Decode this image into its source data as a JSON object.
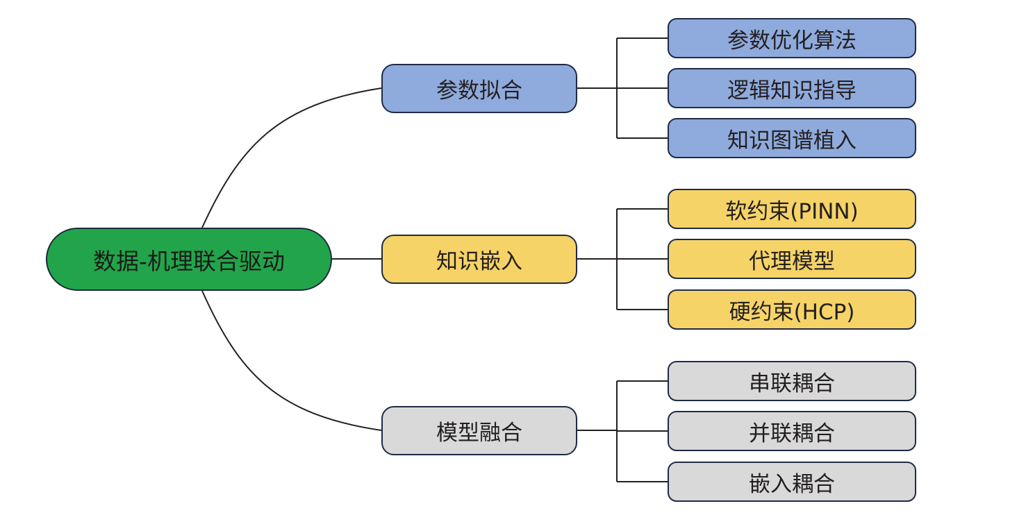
{
  "root": {
    "label": "数据-机理联合驱动",
    "color": "#22a54a"
  },
  "branches": [
    {
      "label": "参数拟合",
      "color": "#8faadc",
      "children": [
        "参数优化算法",
        "逻辑知识指导",
        "知识图谱植入"
      ]
    },
    {
      "label": "知识嵌入",
      "color": "#f5d367",
      "children": [
        "软约束(PINN)",
        "代理模型",
        "硬约束(HCP)"
      ]
    },
    {
      "label": "模型融合",
      "color": "#d9d9d9",
      "children": [
        "串联耦合",
        "并联耦合",
        "嵌入耦合"
      ]
    }
  ],
  "line_color": "#231f20"
}
